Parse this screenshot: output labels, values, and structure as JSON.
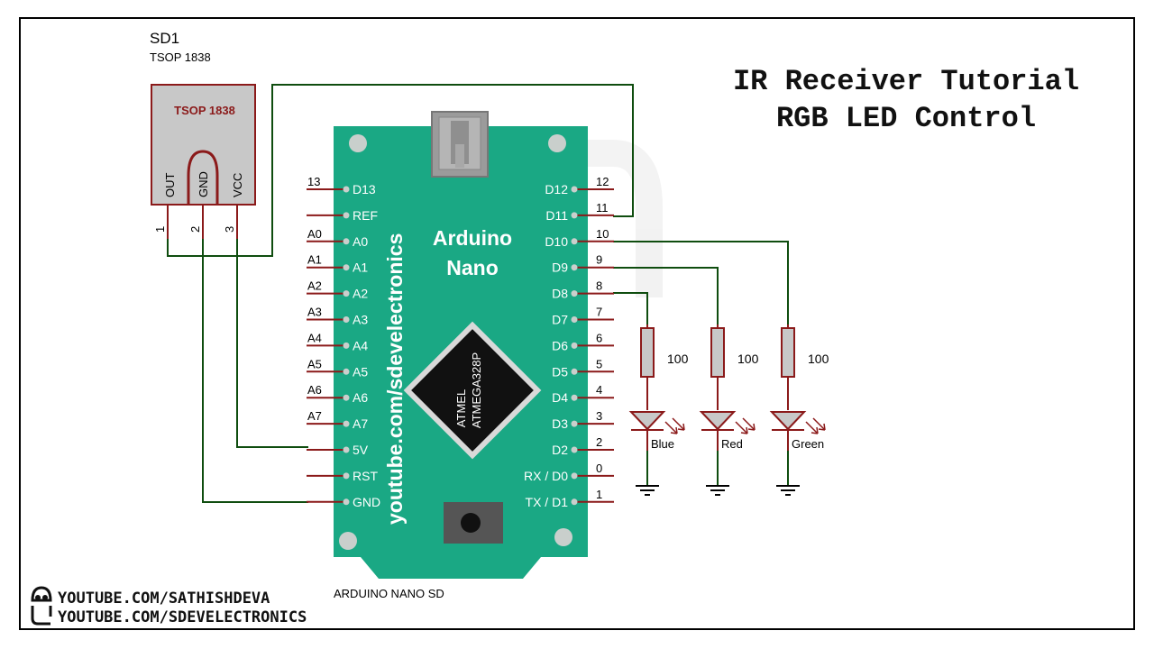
{
  "title": {
    "line1": "IR Receiver Tutorial",
    "line2": "RGB LED Control"
  },
  "sensor": {
    "ref": "SD1",
    "part": "TSOP 1838",
    "body_label": "TSOP 1838",
    "pins": [
      {
        "name": "OUT",
        "num": "1"
      },
      {
        "name": "GND",
        "num": "2"
      },
      {
        "name": "VCC",
        "num": "3"
      }
    ]
  },
  "board": {
    "name_line1": "Arduino",
    "name_line2": "Nano",
    "chip_line1": "ATMEL",
    "chip_line2": "ATMEGA328P",
    "watermark": "youtube.com/sdevelectronics",
    "footer_label": "ARDUINO NANO SD",
    "left_pins": [
      {
        "num": "13",
        "label": "D13"
      },
      {
        "num": "",
        "label": "REF"
      },
      {
        "num": "A0",
        "label": "A0"
      },
      {
        "num": "A1",
        "label": "A1"
      },
      {
        "num": "A2",
        "label": "A2"
      },
      {
        "num": "A3",
        "label": "A3"
      },
      {
        "num": "A4",
        "label": "A4"
      },
      {
        "num": "A5",
        "label": "A5"
      },
      {
        "num": "A6",
        "label": "A6"
      },
      {
        "num": "A7",
        "label": "A7"
      },
      {
        "num": "",
        "label": "5V"
      },
      {
        "num": "",
        "label": "RST"
      },
      {
        "num": "",
        "label": "GND"
      }
    ],
    "right_pins": [
      {
        "num": "12",
        "label": "D12"
      },
      {
        "num": "11",
        "label": "D11"
      },
      {
        "num": "10",
        "label": "D10"
      },
      {
        "num": "9",
        "label": "D9"
      },
      {
        "num": "8",
        "label": "D8"
      },
      {
        "num": "7",
        "label": "D7"
      },
      {
        "num": "6",
        "label": "D6"
      },
      {
        "num": "5",
        "label": "D5"
      },
      {
        "num": "4",
        "label": "D4"
      },
      {
        "num": "3",
        "label": "D3"
      },
      {
        "num": "2",
        "label": "D2"
      },
      {
        "num": "0",
        "label": "RX / D0"
      },
      {
        "num": "1",
        "label": "TX / D1"
      }
    ]
  },
  "leds": [
    {
      "resistor": "100",
      "color_name": "Blue"
    },
    {
      "resistor": "100",
      "color_name": "Red"
    },
    {
      "resistor": "100",
      "color_name": "Green"
    }
  ],
  "footer": {
    "line1": "YOUTUBE.COM/SATHISHDEVA",
    "line2": "YOUTUBE.COM/SDEVELECTRONICS"
  },
  "colors": {
    "board": "#1aa884",
    "pin_wire": "#8b1a1a",
    "wire": "#0f4d0f",
    "component": "#8b1a1a",
    "component_fill": "#c8c8c8"
  }
}
